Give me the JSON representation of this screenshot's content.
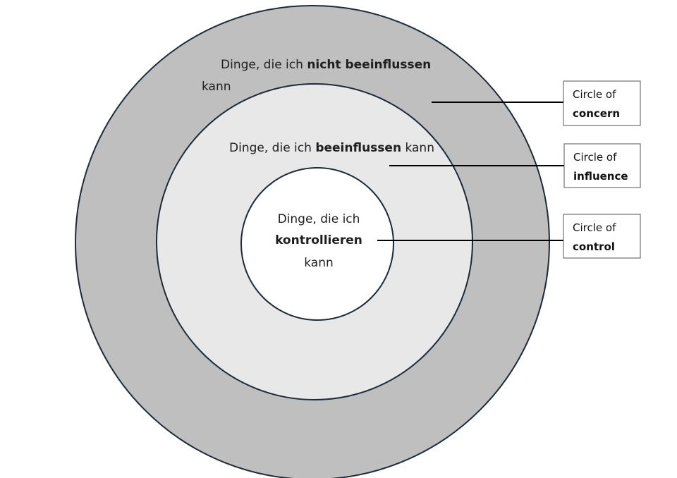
{
  "colors": {
    "outer_fill": "#bfbfbf",
    "middle_fill": "#e8e8e8",
    "inner_fill": "#ffffff",
    "stroke": "#1c2b39",
    "connector": "#000000",
    "box_border": "#555555"
  },
  "circles": {
    "concern": {
      "line1_normal": "Dinge, die ich ",
      "line1_bold": "nicht beeinflussen",
      "line2": "kann"
    },
    "influence": {
      "normal_before": "Dinge, die ich ",
      "bold": "beeinflussen",
      "normal_after": " kann"
    },
    "control": {
      "line1": "Dinge, die ich",
      "line2_bold": "kontrollieren",
      "line3": "kann"
    }
  },
  "labels": {
    "concern": {
      "line1": "Circle of",
      "line2": "concern"
    },
    "influence": {
      "line1": "Circle of",
      "line2": "influence"
    },
    "control": {
      "line1": "Circle of",
      "line2": "control"
    }
  }
}
